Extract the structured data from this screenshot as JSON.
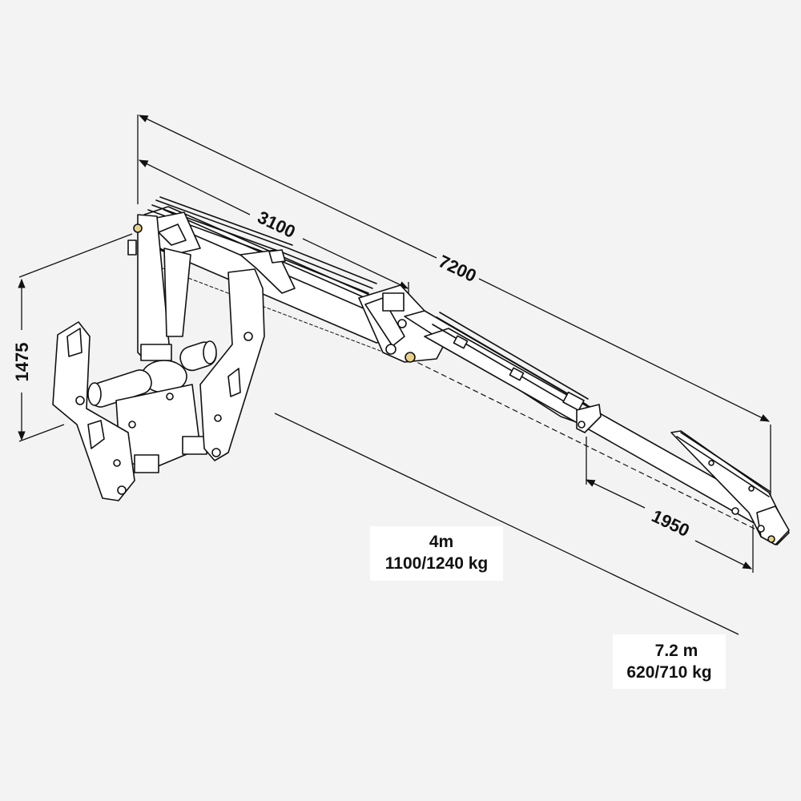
{
  "dimensions": {
    "overall_reach": "7200",
    "main_boom": "3100",
    "extension": "1950",
    "column_height": "1475"
  },
  "labels": {
    "short_reach": {
      "reach": "4m",
      "capacity": "1100/1240 kg"
    },
    "long_reach": {
      "reach": "7.2 m",
      "capacity": "620/710 kg"
    }
  },
  "colors": {
    "background": "#f3f3f3",
    "line": "#111111",
    "fill": "#ffffff"
  }
}
